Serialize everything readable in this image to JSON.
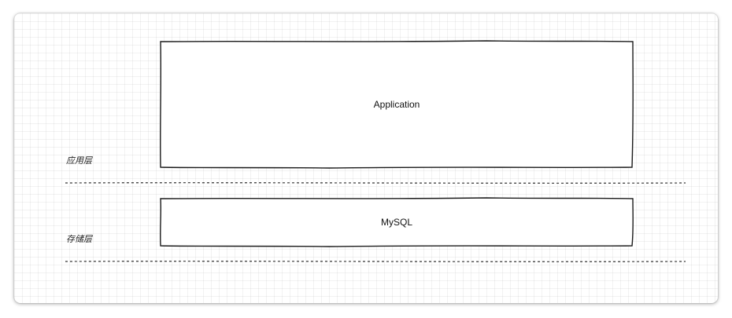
{
  "diagram": {
    "boxes": [
      {
        "id": "application",
        "label": "Application"
      },
      {
        "id": "mysql",
        "label": "MySQL"
      }
    ],
    "layers": [
      {
        "id": "application-layer",
        "label": "应用层"
      },
      {
        "id": "storage-layer",
        "label": "存储层"
      }
    ],
    "colors": {
      "stroke": "#1a1a1a",
      "box_fill": "#ffffff",
      "grid": "#e9e9e9"
    }
  }
}
